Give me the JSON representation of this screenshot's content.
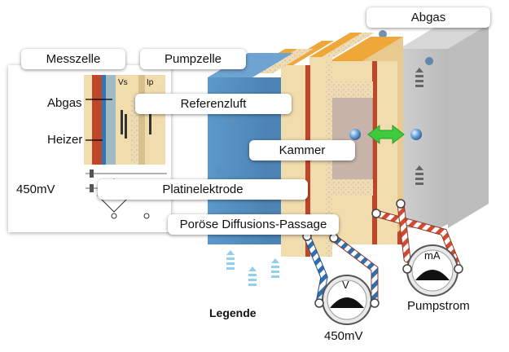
{
  "labels": {
    "abgas_top": "Abgas",
    "messzelle": "Messzelle",
    "pumpzelle": "Pumpzelle",
    "abgas_left": "Abgas",
    "referenzluft": "Referenzluft",
    "heizer": "Heizer",
    "kammer": "Kammer",
    "voltage_left": "450mV",
    "platinelektrode": "Platinelektrode",
    "diffusion": "Poröse Diffusions-Passage",
    "legende": "Legende",
    "voltage_meter": "450mV",
    "pumpstrom": "Pumpstrom"
  },
  "inset_marks": {
    "vs": "Vs",
    "ip": "Ip"
  },
  "meters": {
    "volt_unit": "V",
    "amp_unit": "mA"
  },
  "colors": {
    "heater_red": "#c0452b",
    "substrate_blue": "#2f78b5",
    "cell_beige": "#f1dcae",
    "electrode_orange": "#f0a73a",
    "gas_arrow_green": "#3ecb3e",
    "exhaust_grey": "#b8b8b8"
  }
}
